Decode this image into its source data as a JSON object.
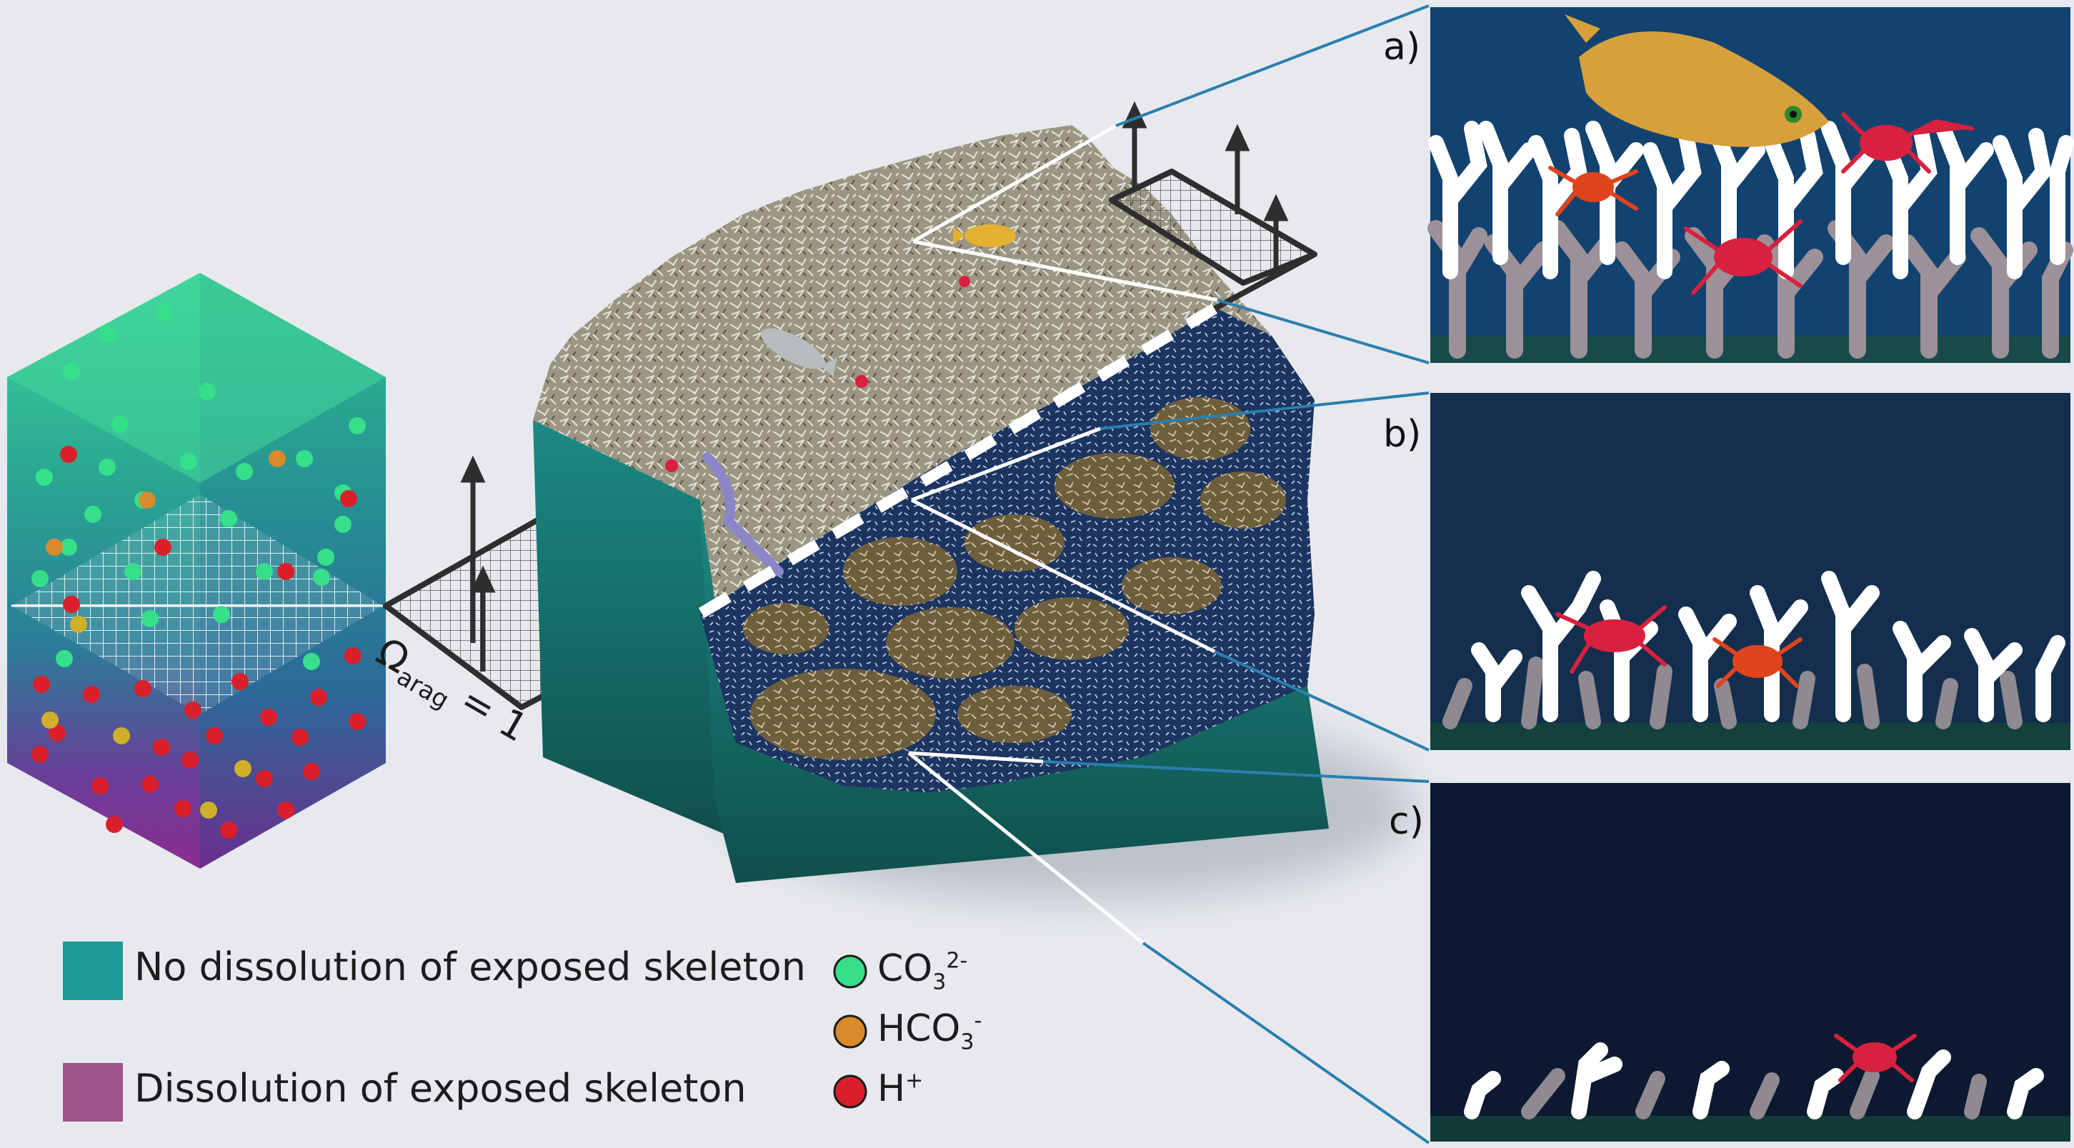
{
  "panels": [
    {
      "label": "a)"
    },
    {
      "label": "b)"
    },
    {
      "label": "c)"
    }
  ],
  "saturation_label": {
    "symbol": "Ω",
    "subscript": "arag",
    "relation": "= 1"
  },
  "legend": {
    "no_dissolution": "No dissolution of exposed skeleton",
    "dissolution": "Dissolution of exposed skeleton",
    "ions": [
      {
        "base": "CO",
        "sub": "3",
        "sup": "2-"
      },
      {
        "base": "HCO",
        "sub": "3",
        "sup": "-"
      },
      {
        "base": "H",
        "sub": "",
        "sup": "+"
      }
    ]
  },
  "colors": {
    "background": "#e7e9ee",
    "no_dissolution_swatch": "#1e9a97",
    "dissolution_swatch": "#a0548e",
    "carbonate_ion": "#36e08a",
    "bicarbonate_ion": "#d98a2b",
    "hydrogen_ion": "#d9202a",
    "panel_a_water": "#12426f",
    "panel_b_water": "#142e4d",
    "panel_c_water": "#0c1930",
    "seafloor": "#1a5a55",
    "live_coral": "#ffffff",
    "dead_coral": "#9c9198",
    "fish": "#d7a03c",
    "crab": "#d8203f",
    "zoom_line": "#2a7fae"
  },
  "icons": [
    "fish-icon",
    "crab-icon",
    "up-arrow-icon",
    "grid-plane-icon"
  ]
}
